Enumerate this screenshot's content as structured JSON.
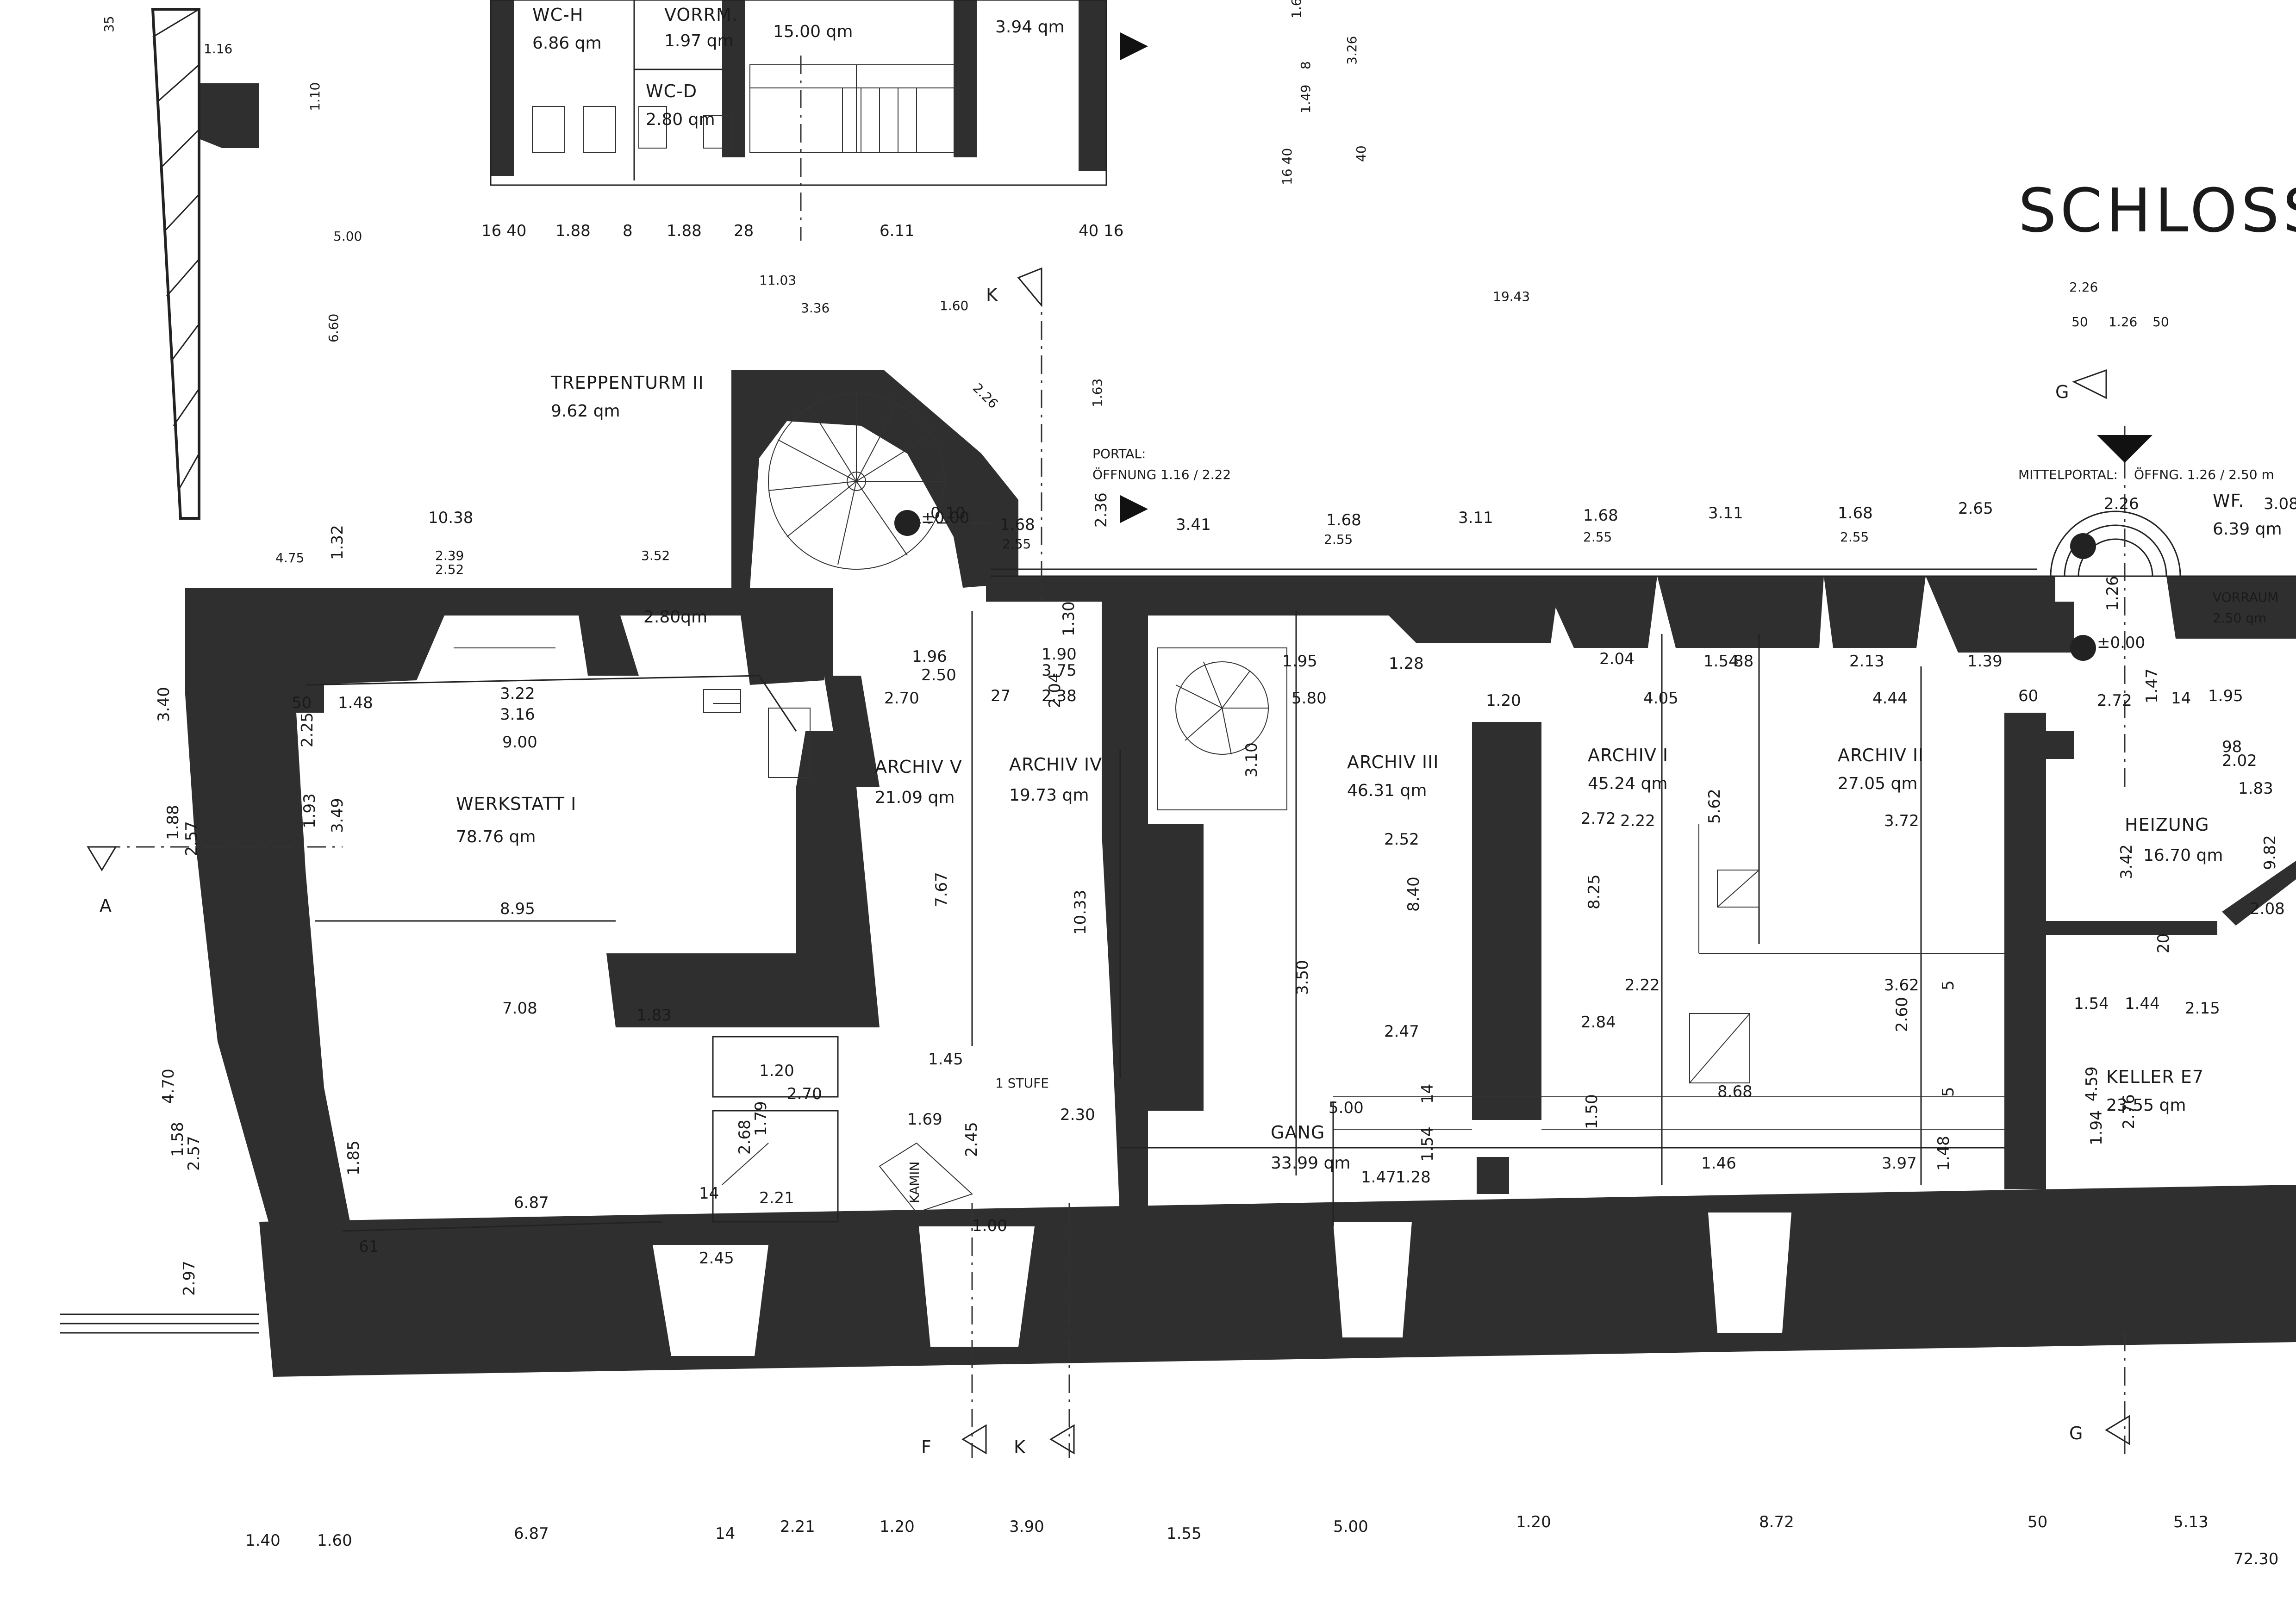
{
  "title": "SCHLOSS",
  "rooms": {
    "wc_h": {
      "name": "WC-H",
      "area": "6.86 qm"
    },
    "vorrm": {
      "name": "VORRM.",
      "area": "1.97 qm"
    },
    "haupttreppe_area": "15.00 qm",
    "hp_area": "3.94 qm",
    "wc_d": {
      "name": "WC-D",
      "area": "2.80 qm"
    },
    "treppenturm": {
      "name": "TREPPENTURM II",
      "area": "9.62 qm"
    },
    "werkstatt": {
      "name": "WERKSTATT  I",
      "area": "78.76 qm"
    },
    "small_room_area": "2.80qm",
    "archiv_v": {
      "name": "ARCHIV V",
      "area": "21.09 qm"
    },
    "archiv_iv": {
      "name": "ARCHIV IV",
      "area": "19.73 qm"
    },
    "archiv_iii": {
      "name": "ARCHIV III",
      "area": "46.31 qm"
    },
    "archiv_i": {
      "name": "ARCHIV I",
      "area": "45.24 qm"
    },
    "archiv_ii": {
      "name": "ARCHIV II",
      "area": "27.05 qm"
    },
    "heizung": {
      "name": "HEIZUNG",
      "area": "16.70 qm"
    },
    "gang": {
      "name": "GANG",
      "area": "33.99 qm"
    },
    "keller": {
      "name": "KELLER E7",
      "area": "23.55 qm"
    },
    "wf": {
      "name": "WF.",
      "area": "6.39 qm"
    },
    "vorraum": "VORRAUM",
    "vorraum_area": "2.50 qm",
    "kamin": "KAMIN",
    "stufe": "1 STUFE"
  },
  "annotations": {
    "portal_1": "PORTAL:",
    "portal_2": "ÖFFNUNG 1.16 / 2.22",
    "mittelportal": "MITTELPORTAL:",
    "mittelportal_opening": "ÖFFNG. 1.26 / 2.50 m",
    "level": "±0.00",
    "level_2": "±0.00"
  },
  "sections": {
    "a": "A",
    "k_top": "K",
    "g_top": "G",
    "f_bottom": "F",
    "k_bottom": "K",
    "g_bottom": "G"
  },
  "dimensions": {
    "top": [
      "16 40",
      "1.88",
      "8",
      "1.88",
      "28",
      "6.11",
      "40 16"
    ],
    "top_misc": [
      "1.16",
      "1.10",
      "35",
      "5.00",
      "6.60",
      "11.03",
      "3.36",
      "1.60",
      "2.26",
      "1.63",
      "19.43",
      "2.26",
      "50",
      "1.26",
      "50",
      "3.26",
      "1.49",
      "8",
      "16 40",
      "40",
      "1.6"
    ],
    "row_432": [
      "10.38",
      "1.32",
      "0.10",
      "1.68",
      "2.36",
      "3.41",
      "1.68",
      "3.11",
      "1.68",
      "3.11",
      "1.68",
      "2.65",
      "2.26",
      "3.08"
    ],
    "row_460": [
      "4.75",
      "2.39",
      "2.52",
      "3.52",
      "2.55",
      "2.55",
      "2.55",
      "2.55"
    ],
    "row_mid": [
      "3.22",
      "3.16",
      "1.48",
      "50",
      "9.00",
      "8.95",
      "7.08",
      "6.87",
      "1.83",
      "1.96",
      "2.50",
      "1.90",
      "3.75",
      "2.38",
      "27",
      "2.70",
      "2.04",
      "1.95",
      "5.80",
      "1.28",
      "1.20",
      "2.04",
      "4.05",
      "1.54",
      "88",
      "2.13",
      "4.44",
      "1.39",
      "2.72",
      "1.47",
      "14",
      "1.95",
      "60",
      "1.26",
      "1.30"
    ],
    "interior": [
      "7.67",
      "10.33",
      "3.10",
      "8.40",
      "8.25",
      "5.62",
      "3.42",
      "2.52",
      "2.72",
      "2.22",
      "3.72",
      "2.84",
      "2.22",
      "3.62",
      "2.60",
      "8.68",
      "3.50",
      "2.47",
      "5.00",
      "1.20",
      "2.70",
      "1.45",
      "1.79",
      "2.68",
      "2.21",
      "1.69",
      "2.45",
      "2.30",
      "1.54",
      "1.50",
      "1.48",
      "1.28",
      "1.47",
      "1.46",
      "3.97",
      "9.82",
      "4.59",
      "1.54",
      "1.44",
      "2.15",
      "98",
      "2.02",
      "1.83",
      "2.08",
      "20",
      "2.76",
      "1.94",
      "14",
      "5",
      "5"
    ],
    "left": [
      "3.40",
      "1.88",
      "2.57",
      "4.70",
      "1.58",
      "2.57",
      "2.97",
      "1.93",
      "3.49",
      "2.25",
      "1.85",
      "61",
      "14",
      "2.45",
      "1.00"
    ],
    "bottom": [
      "1.40",
      "1.60",
      "6.87",
      "14",
      "2.21",
      "1.20",
      "3.90",
      "1.55",
      "5.00",
      "1.20",
      "8.72",
      "50",
      "5.13",
      "72.30"
    ]
  }
}
